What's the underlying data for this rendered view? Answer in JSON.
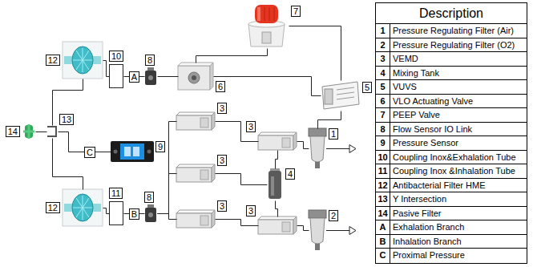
{
  "diagram": {
    "nodes": [
      {
        "text": [
          "7"
        ]
      },
      {
        "text": [
          "12"
        ]
      },
      {
        "text": [
          "10"
        ]
      },
      {
        "text": [
          "8"
        ]
      },
      {
        "text": [
          "6"
        ]
      },
      {
        "text": [
          "5"
        ]
      },
      {
        "text": [
          "3"
        ]
      },
      {
        "text": [
          "13"
        ]
      },
      {
        "text": [
          "14"
        ]
      },
      {
        "text": [
          "1"
        ]
      },
      {
        "text": [
          "3"
        ]
      },
      {
        "text": [
          "9"
        ]
      },
      {
        "text": [
          "3"
        ]
      },
      {
        "text": [
          "4"
        ]
      },
      {
        "text": [
          "12"
        ]
      },
      {
        "text": [
          "11"
        ]
      },
      {
        "text": [
          "8"
        ]
      },
      {
        "text": [
          "3"
        ]
      },
      {
        "text": [
          "3"
        ]
      },
      {
        "text": [
          "2"
        ]
      }
    ],
    "edges": [
      {
        "from": 8,
        "to": 7,
        "arrow": "none"
      },
      {
        "from": 7,
        "to": 1,
        "arrow": "none"
      },
      {
        "from": 7,
        "to": 14,
        "arrow": "none"
      },
      {
        "from": 7,
        "to": 11,
        "label": "C",
        "arrow": "none"
      },
      {
        "from": 1,
        "to": 2,
        "arrow": "none"
      },
      {
        "from": 2,
        "to": 3,
        "label": "A",
        "arrow": "none"
      },
      {
        "from": 3,
        "to": 4,
        "arrow": "none"
      },
      {
        "from": 4,
        "to": 0,
        "arrow": "none"
      },
      {
        "from": 4,
        "to": 5,
        "arrow": "none"
      },
      {
        "from": 0,
        "to": 5,
        "arrow": "none"
      },
      {
        "from": 5,
        "to": 9,
        "arrow": "none"
      },
      {
        "from": 9,
        "to": 10,
        "arrow": "none"
      },
      {
        "from": 19,
        "to": 18,
        "arrow": "none"
      },
      {
        "from": 10,
        "to": 13,
        "arrow": "none"
      },
      {
        "from": 18,
        "to": 13,
        "arrow": "none"
      },
      {
        "from": 13,
        "to": 12,
        "arrow": "none"
      },
      {
        "from": 10,
        "to": 6,
        "arrow": "none"
      },
      {
        "from": 18,
        "to": 17,
        "arrow": "none"
      },
      {
        "from": 6,
        "to": 16,
        "arrow": "none"
      },
      {
        "from": 12,
        "to": 16,
        "arrow": "none"
      },
      {
        "from": 17,
        "to": 16,
        "arrow": "none"
      },
      {
        "from": 16,
        "to": 15,
        "label": "B",
        "arrow": "none"
      },
      {
        "from": 15,
        "to": 14,
        "arrow": "none"
      }
    ],
    "labels": [
      "Description",
      "1",
      "Pressure Regulating Filter (Air)",
      "2",
      "Pressure Regulating Filter (O2)",
      "3",
      "VEMD",
      "4",
      "Mixing Tank",
      "5",
      "VUVS",
      "6",
      "VLO Actuating Valve",
      "7",
      "PEEP Valve",
      "8",
      "Flow Sensor IO Link",
      "9",
      "Pressure Sensor",
      "10",
      "Coupling Inox&Exhalation Tube",
      "11",
      "Coupling Inox &Inhalation Tube",
      "12",
      "Antibacterial Filter HME",
      "13",
      "Y Intersection",
      "14",
      "Pasive Filter",
      "A",
      "Exhalation Branch",
      "B",
      "Inhalation Branch",
      "C",
      "Proximal Pressure"
    ]
  }
}
